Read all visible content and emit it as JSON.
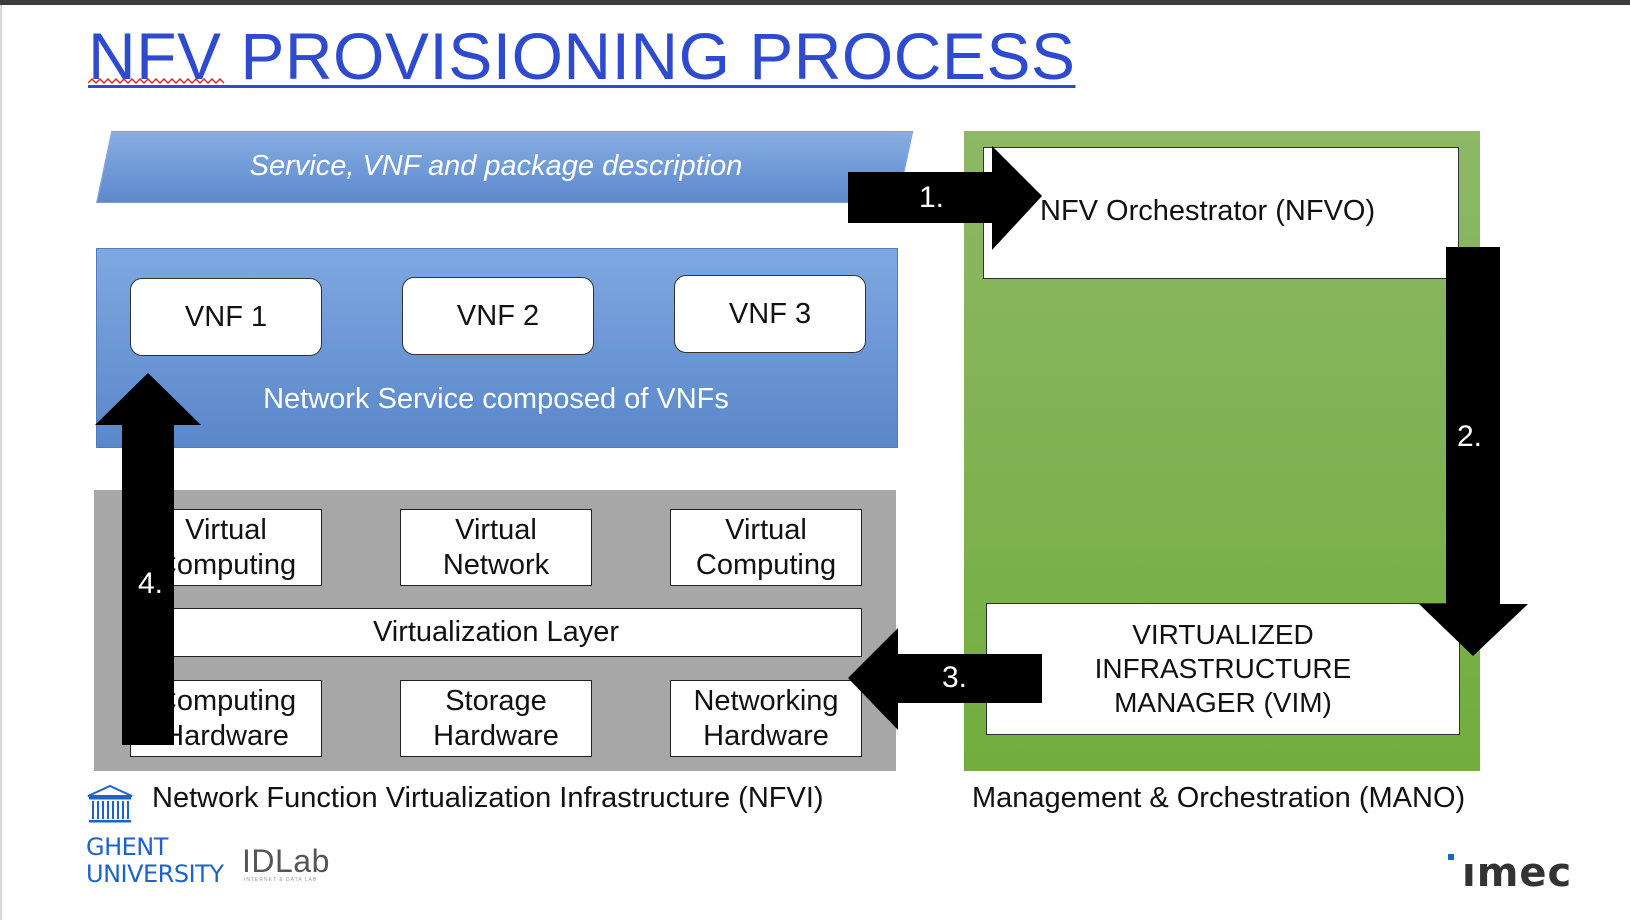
{
  "title": "NFV PROVISIONING PROCESS",
  "description_banner": "Service, VNF and package description",
  "network_service": {
    "vnfs": [
      "VNF 1",
      "VNF 2",
      "VNF 3"
    ],
    "label": "Network Service composed of VNFs"
  },
  "nfvi": {
    "virtual_resources": [
      "Virtual\nComputing",
      "Virtual\nNetwork",
      "Virtual\nComputing"
    ],
    "virtualization_layer": "Virtualization Layer",
    "hardware": [
      "Computing\nHardware",
      "Storage\nHardware",
      "Networking\nHardware"
    ],
    "caption": "Network Function Virtualization Infrastructure (NFVI)"
  },
  "mano": {
    "nfvo": "NFV Orchestrator (NFVO)",
    "vim": "VIRTUALIZED\nINFRASTRUCTURE\nMANAGER (VIM)",
    "caption": "Management & Orchestration (MANO)"
  },
  "steps": [
    "1.",
    "2.",
    "3.",
    "4."
  ],
  "logos": {
    "ghent": "GHENT\nUNIVERSITY",
    "idlab": "IDLab",
    "idlab_sub": "INTERNET & DATA LAB",
    "imec": "ımec"
  },
  "colors": {
    "title": "#2e4bd0",
    "network_service_blue": "#6b97d6",
    "nfvi_gray": "#a7a7a7",
    "mano_green": "#7fb24e",
    "arrow": "#000000"
  }
}
